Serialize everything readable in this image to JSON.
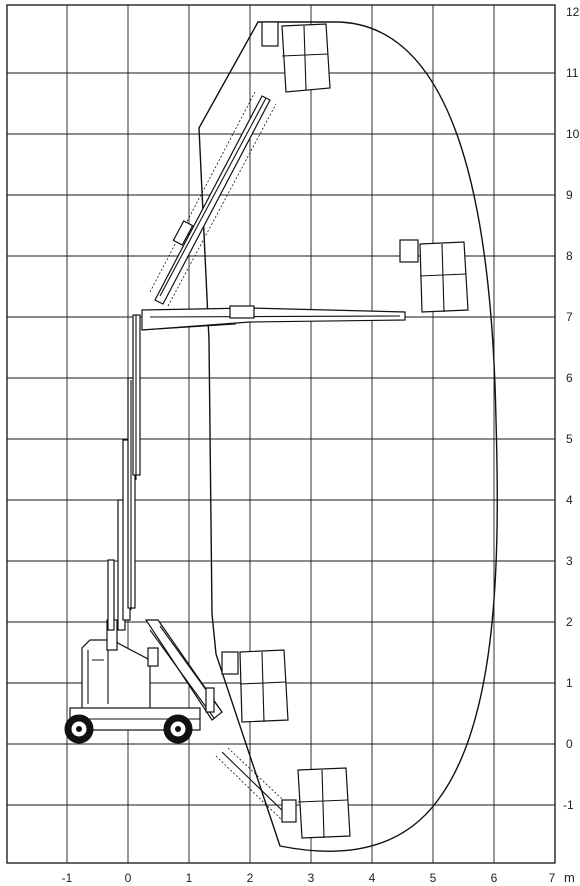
{
  "x_axis": {
    "ticks": [
      "-1",
      "0",
      "1",
      "2",
      "3",
      "4",
      "5",
      "6",
      "7"
    ],
    "unit": "m"
  },
  "y_axis": {
    "ticks": [
      "12",
      "11",
      "10",
      "9",
      "8",
      "7",
      "6",
      "5",
      "4",
      "3",
      "2",
      "1",
      "0",
      "-1"
    ]
  }
}
